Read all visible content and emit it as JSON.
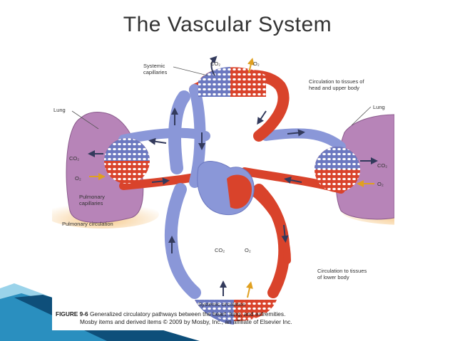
{
  "slide": {
    "title": "The Vascular System"
  },
  "figure": {
    "labels": {
      "systemic_capillaries": "Systemic capillaries",
      "co2_top": "CO₂",
      "o2_top": "O₂",
      "head_circulation": "Circulation to tissues of head and upper body",
      "lung_left": "Lung",
      "lung_right": "Lung",
      "co2_left": "CO₂",
      "o2_left": "O₂",
      "co2_right": "CO₂",
      "o2_right": "O₂",
      "pulmonary_capillaries": "Pulmonary capillaries",
      "pulmonary_circulation": "Pulmonary circulation",
      "co2_bottom": "CO₂",
      "o2_bottom": "O₂",
      "lower_circulation": "Circulation to tissues of lower body",
      "systemic_circulation": "Systemic circulation"
    },
    "caption": {
      "number": "FIGURE 9-6",
      "text": "Generalized circulatory pathways between the heart, lung, and extremities.",
      "credit": "Mosby items and derived items © 2009 by Mosby, Inc., an affiliate of Elsevier Inc."
    },
    "colors": {
      "oxygenated": "#d9432b",
      "deoxygenated": "#8a97d8",
      "lung": "#b784b8",
      "lung_glow": "#f6c98a",
      "arrow": "#333a5c"
    }
  }
}
